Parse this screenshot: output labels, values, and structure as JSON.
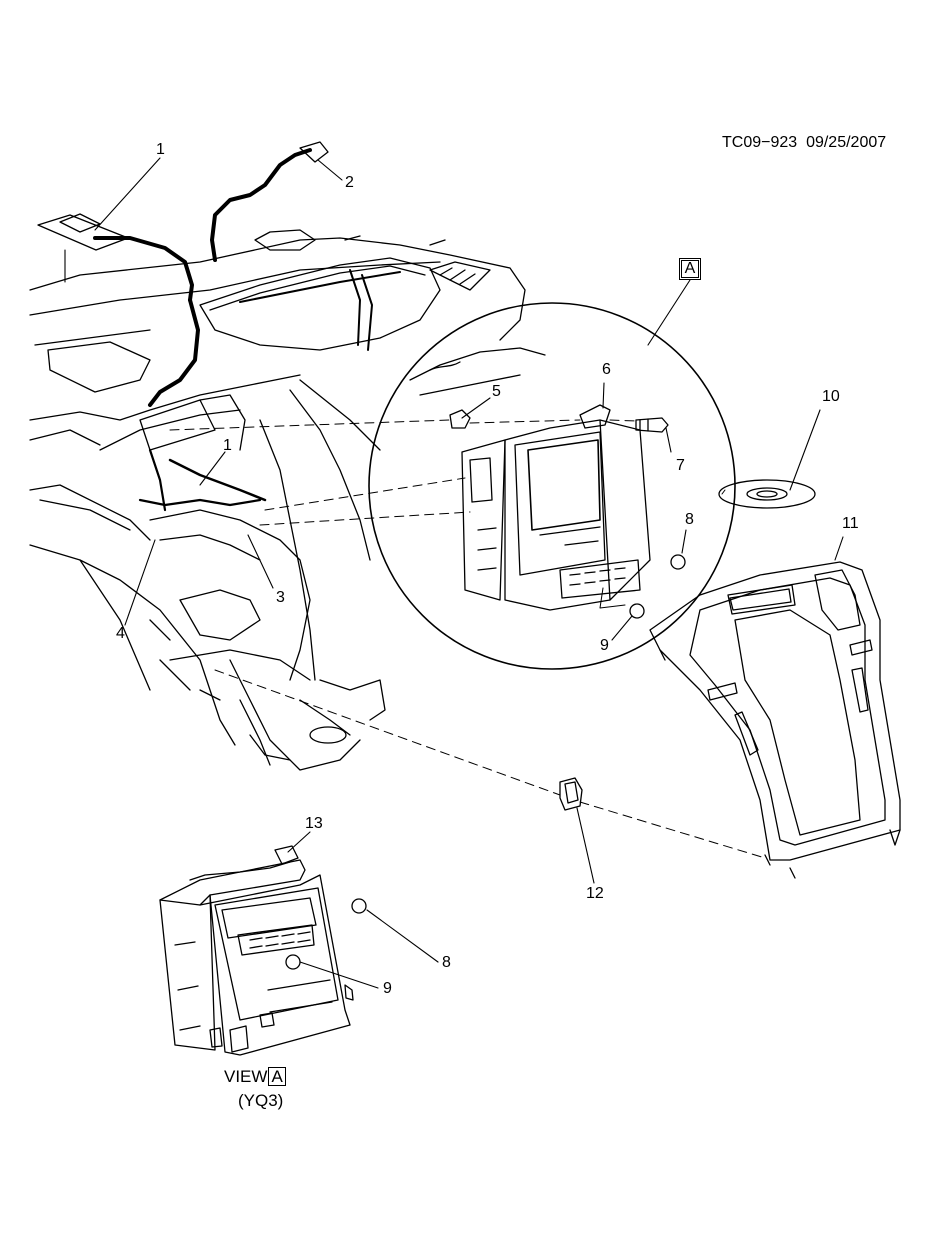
{
  "header": {
    "doc_id": "TC09−923",
    "date": "09/25/2007"
  },
  "view_box": "A",
  "callouts": {
    "c1_top": "1",
    "c2": "2",
    "c1_mid": "1",
    "c3": "3",
    "c4": "4",
    "c5": "5",
    "c6": "6",
    "c7": "7",
    "c8_top": "8",
    "c9_top": "9",
    "c10": "10",
    "c11": "11",
    "c12": "12",
    "c13": "13",
    "c8_bottom": "8",
    "c9_bottom": "9"
  },
  "view": {
    "label": "VIEW",
    "box": "A",
    "code": "(YQ3)"
  }
}
